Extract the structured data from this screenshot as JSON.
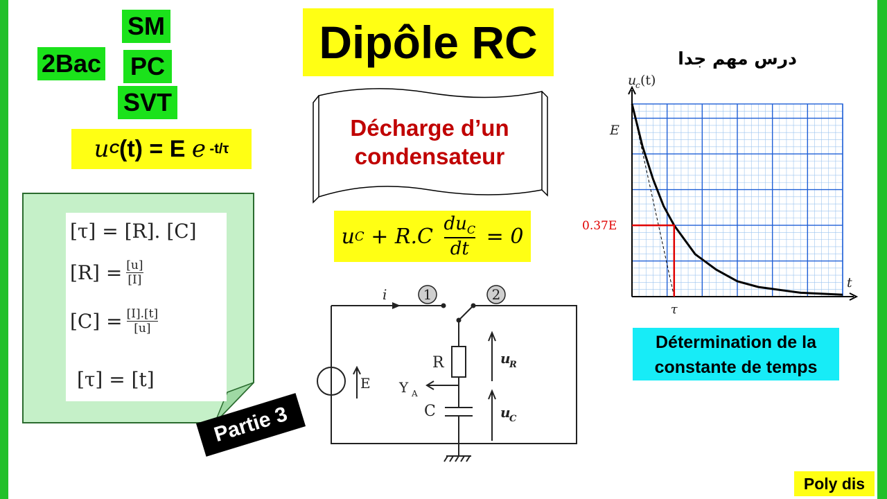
{
  "tags": {
    "level": "2Bac",
    "sm": "SM",
    "pc": "PC",
    "svt": "SVT"
  },
  "title": "Dipôle RC",
  "formula_charge": {
    "u": "u",
    "sub": "C",
    "t": "(t)",
    "rest": " = E ",
    "e": "e",
    "exp": " -t/τ"
  },
  "scroll": {
    "line1": "Décharge d’un",
    "line2": "condensateur"
  },
  "differential_eq": {
    "part1": "u",
    "sub1": "C",
    "part2": " + R.C ",
    "num": "du",
    "num_sub": "C",
    "den": "dt",
    "part3": " = 0"
  },
  "units": {
    "row1": "[τ] = [R]. [C]",
    "row2_lhs": "[R] =",
    "row2_num": "[u]",
    "row2_den": "[I]",
    "row3_lhs": "[C] =",
    "row3_num": "[I].[t]",
    "row3_den": "[u]",
    "row4": "[τ] = [t]"
  },
  "part_label": "Partie 3",
  "circuit": {
    "current": "i",
    "switch1": "1",
    "switch2": "2",
    "source": "E",
    "resistor": "R",
    "capacitor": "C",
    "probe": "Y",
    "probe_sub": "A",
    "ur": "u",
    "ur_sub": "R",
    "uc": "u",
    "uc_sub": "C"
  },
  "arabic_note": "درس مهم جدا",
  "graph": {
    "ylabel": "u",
    "ylabel_sub": "c",
    "ylabel_t": "(t)",
    "e_label": "E",
    "level_label": "0.37E",
    "xlabel": "t",
    "tau_label": "τ"
  },
  "chart_data": {
    "type": "line",
    "title": "",
    "xlabel": "t",
    "ylabel": "u_c(t)",
    "grid": true,
    "series": [
      {
        "name": "",
        "x": [
          0,
          0.25,
          0.5,
          0.75,
          1,
          1.5,
          2,
          2.5,
          3,
          4,
          5
        ],
        "values": [
          1,
          0.78,
          0.61,
          0.47,
          0.37,
          0.22,
          0.14,
          0.08,
          0.05,
          0.02,
          0.01
        ]
      }
    ],
    "annotations": [
      "E",
      "0.37E",
      "τ"
    ]
  },
  "caption": {
    "line1": "Détermination de la",
    "line2": "constante de temps"
  },
  "brand": "Poly dis",
  "colors": {
    "green": "#1be21b",
    "yellow": "#ffff14",
    "cyan": "#17ecf7",
    "dark_red": "#c00000",
    "grid_blue": "#1f5fd6",
    "note_green": "#c5f0c8"
  }
}
